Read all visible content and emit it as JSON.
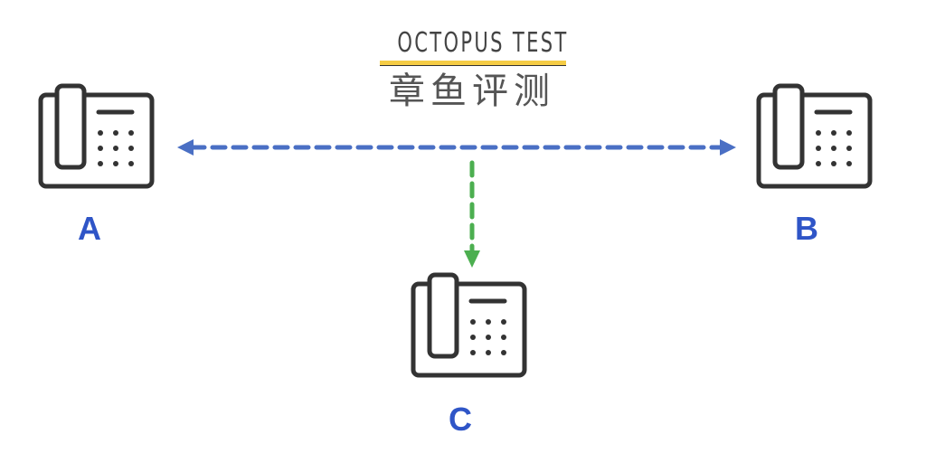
{
  "logo": {
    "title_en": "OCTOPUS TEST",
    "title_cn": "章鱼评测",
    "underline_color": "#f5cc45"
  },
  "nodes": [
    {
      "id": "A",
      "label": "A",
      "icon": "desk-phone-icon"
    },
    {
      "id": "B",
      "label": "B",
      "icon": "desk-phone-icon"
    },
    {
      "id": "C",
      "label": "C",
      "icon": "desk-phone-icon"
    }
  ],
  "edges": [
    {
      "from": "A",
      "to": "B",
      "style": "dashed",
      "direction": "bidirectional",
      "color": "#4a6fc4"
    },
    {
      "from": "A-B line",
      "to": "C",
      "style": "dashed",
      "direction": "down",
      "color": "#4caf50"
    }
  ],
  "colors": {
    "label": "#2f55c7",
    "icon_stroke": "#333333",
    "blue_arrow": "#4a6fc4",
    "green_arrow": "#4caf50"
  }
}
